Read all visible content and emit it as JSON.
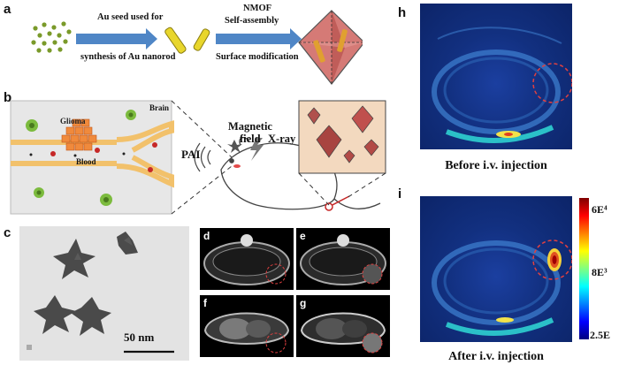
{
  "panel_labels": {
    "a": "a",
    "b": "b",
    "c": "c",
    "d": "d",
    "e": "e",
    "f": "f",
    "g": "g",
    "h": "h",
    "i": "i"
  },
  "panel_a": {
    "step1_line1": "Au seed used for",
    "step1_line2": "synthesis of Au nanorod",
    "step2_line1": "NMOF",
    "step2_line2": "Self-assembly",
    "step2_line3": "Surface modification"
  },
  "panel_b": {
    "brain": "Brain",
    "glioma": "Glioma",
    "blood": "Blood",
    "pai": "PAI",
    "magnetic_line1": "Magnetic",
    "magnetic_line2": "field",
    "xray": "X-ray"
  },
  "panel_c": {
    "scale": "50 nm"
  },
  "panel_h": {
    "caption": "Before i.v. injection"
  },
  "panel_i": {
    "caption": "After i.v. injection"
  },
  "colorbar": {
    "top": "6E⁴",
    "mid": "8E³",
    "bottom": "2.5E"
  },
  "colors": {
    "arrow_blue": "#4f86c6",
    "vessel": "#f2c16b",
    "glioma": "#f08a3c",
    "octa": "#c0504d",
    "jet_top": "#7f0000",
    "jet_bottom": "#00007f"
  }
}
